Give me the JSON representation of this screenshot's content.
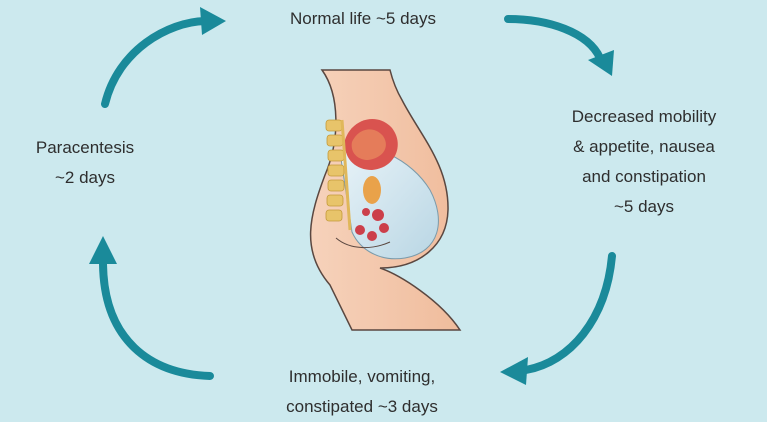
{
  "colors": {
    "background": "#cce9ee",
    "arrow": "#1a8a9a",
    "skin": "#f3c6a8",
    "skin_outline": "#5a4740",
    "fluid": "#c9e1ec",
    "organ_red": "#d9534f",
    "spine_yellow": "#e8c46a"
  },
  "icons": {
    "cycle_arrow": "curved-arrow-icon",
    "figure": "abdomen-cross-section-illustration"
  },
  "cycle": {
    "top": {
      "lines": [
        "Normal life ~5 days"
      ]
    },
    "right": {
      "lines": [
        "Decreased mobility",
        "& appetite, nausea",
        "and constipation",
        "~5 days"
      ]
    },
    "bottom": {
      "lines": [
        "Immobile, vomiting,",
        "constipated ~3 days"
      ]
    },
    "left": {
      "lines": [
        "Paracentesis",
        "~2 days"
      ]
    }
  }
}
